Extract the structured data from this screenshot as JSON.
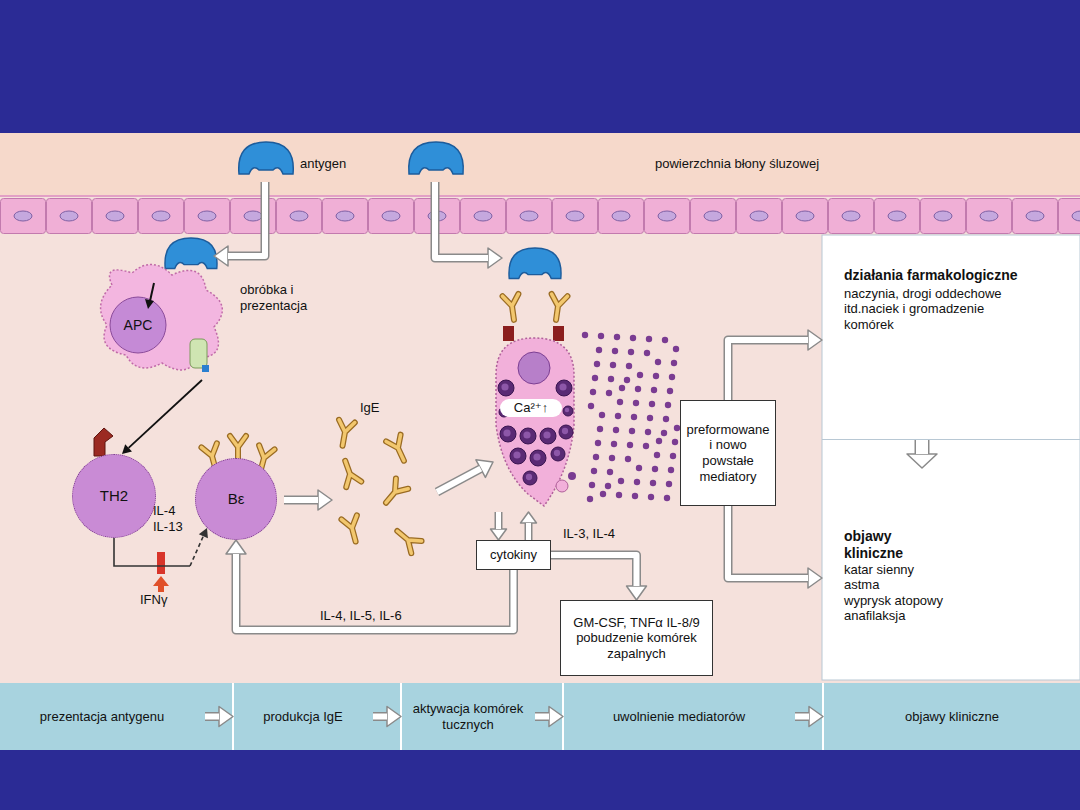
{
  "diagram": {
    "nodes": [
      {
        "text": [
          "APC"
        ]
      },
      {
        "text": [
          "TH2"
        ]
      },
      {
        "text": [
          "Bε"
        ]
      },
      {
        "text": [
          "Ca²⁺↑"
        ]
      },
      {
        "text": [
          "preformowane i nowo powstałe mediatory"
        ]
      },
      {
        "text": [
          "cytokiny"
        ]
      },
      {
        "text": [
          "GM-CSF, TNFα IL-8/9 pobudzenie komórek zapalnych"
        ]
      },
      {
        "text": [
          "działania farmakologiczne",
          "naczynia, drogi oddechowe itd.naciek i gromadzenie komórek"
        ]
      },
      {
        "text": [
          "objawy kliniczne",
          "katar sienny",
          "astma",
          "wyprysk atopowy",
          "anafilaksja"
        ]
      },
      {
        "text": [
          "prezentacja antygenu"
        ]
      },
      {
        "text": [
          "produkcja IgE"
        ]
      },
      {
        "text": [
          "aktywacja komórek tucznych"
        ]
      },
      {
        "text": [
          "uwolnienie mediatorów"
        ]
      },
      {
        "text": [
          "objawy kliniczne"
        ]
      }
    ],
    "edges": [
      {
        "from": 0,
        "to": 1,
        "arrow": "to"
      },
      {
        "from": 1,
        "to": 2,
        "arrow": "to"
      },
      {
        "from": 5,
        "to": 3,
        "arrow": "to"
      },
      {
        "from": 3,
        "to": 5,
        "arrow": "to"
      },
      {
        "from": 5,
        "to": 2,
        "arrow": "to",
        "label": "IL-4, IL-5, IL-6"
      },
      {
        "from": 5,
        "to": 6,
        "arrow": "to"
      },
      {
        "from": 4,
        "to": 7,
        "arrow": "to"
      },
      {
        "from": 4,
        "to": 8,
        "arrow": "to"
      },
      {
        "from": 7,
        "to": 8,
        "arrow": "to"
      },
      {
        "from": 9,
        "to": 10,
        "arrow": "to"
      },
      {
        "from": 10,
        "to": 11,
        "arrow": "to"
      },
      {
        "from": 11,
        "to": 12,
        "arrow": "to"
      },
      {
        "from": 12,
        "to": 13,
        "arrow": "to"
      }
    ],
    "labels": [
      "antygen",
      "powierzchnia błony śluzowej",
      "obróbka i prezentacja",
      "IgE",
      "IL-4",
      "IL-13",
      "IFNγ",
      "IL-3, IL-4"
    ]
  }
}
